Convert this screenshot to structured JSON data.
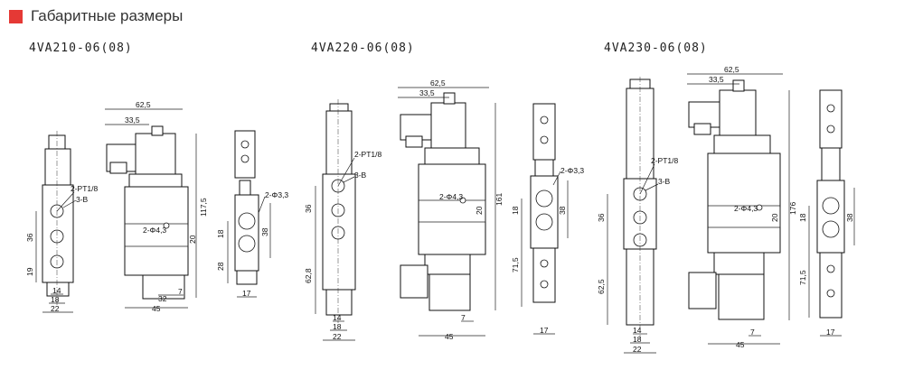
{
  "header": {
    "title": "Габаритные размеры",
    "accent_color": "#e53935"
  },
  "models": [
    {
      "name": "4VA210-06(08)",
      "dims": {
        "w62_5": "62,5",
        "w33_5": "33,5",
        "port": "2-PT1/8",
        "b": "3-B",
        "hole": "2-Φ3,3",
        "h36": "36",
        "h19": "19",
        "w14": "14",
        "w18": "18",
        "w22": "22",
        "d_hole": "2-Φ4,3",
        "h117_5": "117,5",
        "h20": "20",
        "w32": "32",
        "w7": "7",
        "w45": "45",
        "h18": "18",
        "h38": "38",
        "h28": "28",
        "w17": "17"
      }
    },
    {
      "name": "4VA220-06(08)",
      "dims": {
        "w62_5": "62,5",
        "w33_5": "33,5",
        "port": "2-PT1/8",
        "b": "3-B",
        "hole": "2-Φ3,3",
        "h36": "36",
        "h62_8": "62,8",
        "w14": "14",
        "w18": "18",
        "w22": "22",
        "d_hole": "2-Φ4,3",
        "h20": "20",
        "h161": "161",
        "w7": "7",
        "w45": "45",
        "h18": "18",
        "h38": "38",
        "h71_5": "71,5",
        "w17": "17"
      }
    },
    {
      "name": "4VA230-06(08)",
      "dims": {
        "w62_5": "62,5",
        "w33_5": "33,5",
        "port": "2-PT1/8",
        "b": "3-B",
        "h36": "36",
        "h62_5": "62,5",
        "w14": "14",
        "w18": "18",
        "w22": "22",
        "d_hole": "2-Φ4,3",
        "h20": "20",
        "h176": "176",
        "w7": "7",
        "w45": "45",
        "h18": "18",
        "h38": "38",
        "h71_5": "71,5",
        "w17": "17"
      }
    }
  ]
}
